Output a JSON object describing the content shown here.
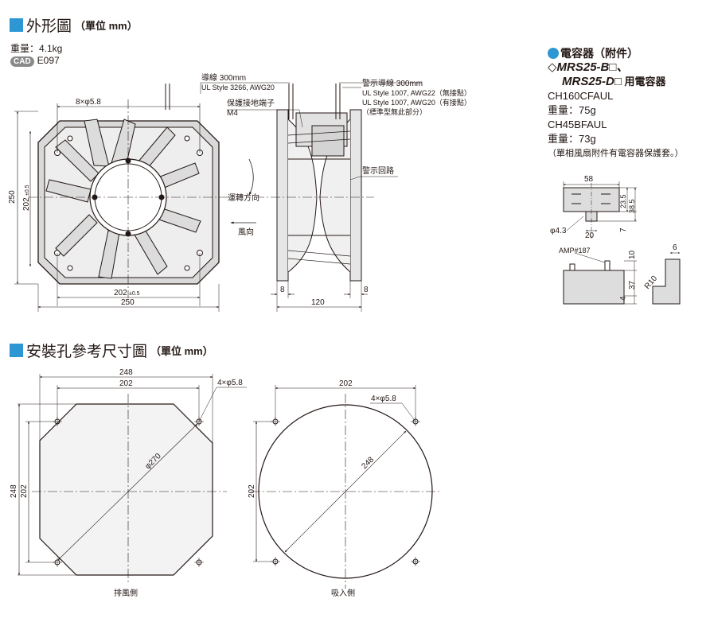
{
  "section1": {
    "title": "外形圖",
    "unit": "（單位 mm）"
  },
  "info": {
    "weight": "重量：4.1kg",
    "cad_badge": "CAD",
    "cad_code": "E097"
  },
  "front_view": {
    "holes_label": "8×φ5.8",
    "dim_height_total": "250",
    "dim_height_inner": "202",
    "dim_tol": "±0.5",
    "dim_width_inner": "202",
    "dim_width_total": "250"
  },
  "side_view": {
    "lead_wire": [
      "導線 300mm",
      "UL Style 3266, AWG20"
    ],
    "ground_terminal": [
      "保護接地端子",
      "M4"
    ],
    "alarm_wire": [
      "警示導線 300mm",
      "UL Style 1007, AWG22（無接點）",
      "UL Style 1007, AWG20（有接點）",
      "（標準型無此部分）"
    ],
    "alarm_circuit": "警示回路",
    "rotation": "運轉方向",
    "airflow": "風向",
    "dim_left": "8",
    "dim_right": "8",
    "dim_depth": "120"
  },
  "capacitor": {
    "heading": "電容器（附件）",
    "model1": "◇MRS25-B□、",
    "model2": "MRS25-D□",
    "model2_suffix": "用電容器",
    "cap1": "CH160CFAUL",
    "cap1_weight": "重量：75g",
    "cap2": "CH45BFAUL",
    "cap2_weight": "重量：73g",
    "note": "（單相風扇附件有電容器保護套。）",
    "dims": {
      "w": "58",
      "h1": "23.5",
      "h2": "38.5",
      "hole": "φ4.3",
      "foot": "20",
      "t": "7",
      "amp": "AMP#187",
      "d10": "10",
      "d37": "37",
      "d4": "4",
      "d6": "6",
      "r": "R10"
    }
  },
  "section2": {
    "title": "安裝孔參考尺寸圖",
    "unit": "（單位 mm）"
  },
  "mounting_exhaust": {
    "w_total": "248",
    "w_inner": "202",
    "holes": "4×φ5.8",
    "h_total": "248",
    "h_inner": "202",
    "diag": "φ270",
    "caption": "排風側"
  },
  "mounting_intake": {
    "w_inner": "202",
    "holes": "4×φ5.8",
    "h_inner": "202",
    "diag": "248",
    "caption": "吸入側"
  }
}
